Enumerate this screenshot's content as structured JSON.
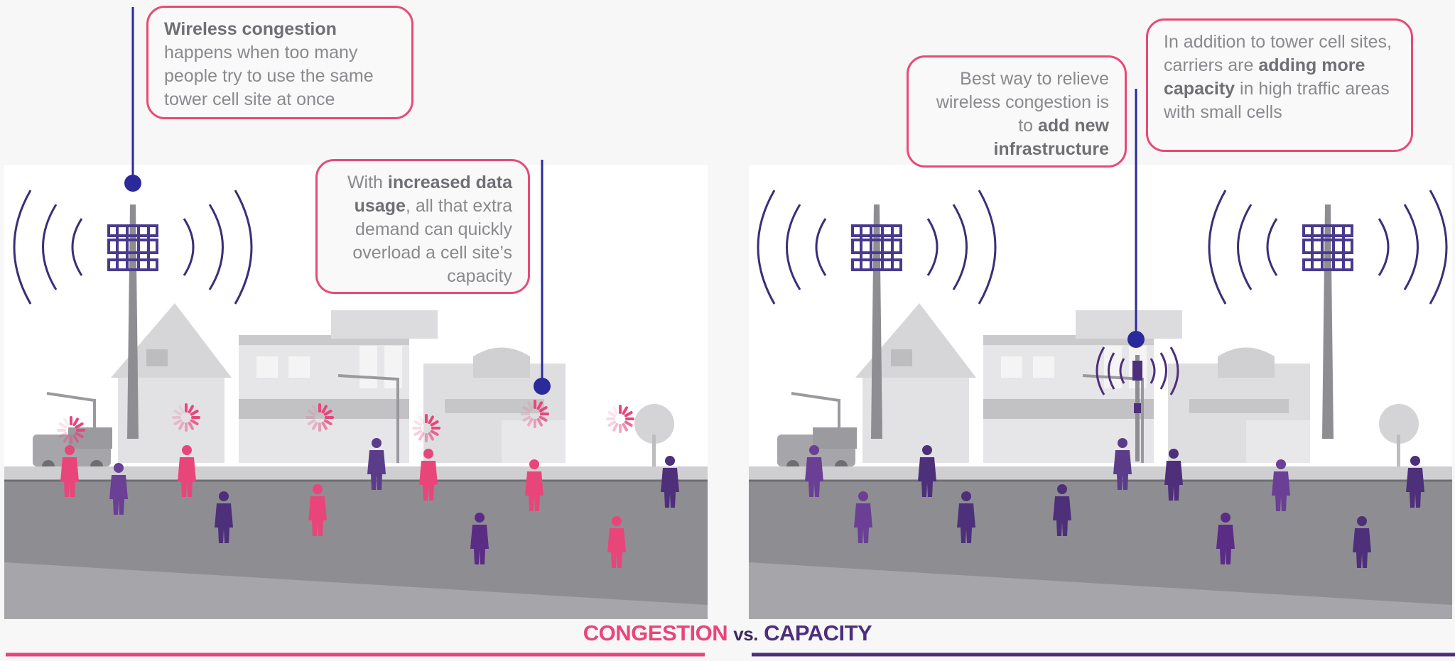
{
  "callouts": {
    "c1": {
      "bold": "Wireless congestion",
      "text": "happens when too many people try to use the same tower cell site at once"
    },
    "c2": {
      "pre": "With ",
      "bold": "increased data usage",
      "post": ", all that extra demand can quickly overload a cell site’s capacity"
    },
    "c3": {
      "pre": "Best way to relieve wireless congestion is to ",
      "bold": "add new infrastructure"
    },
    "c4": {
      "pre": "In addition to tower cell sites, carriers are ",
      "bold": "adding more capacity",
      "post": " in high traffic areas with small cells"
    }
  },
  "footer": {
    "left": "CONGESTION",
    "middle": "vs.",
    "right": "CAPACITY"
  },
  "colors": {
    "congestion": "#e8467a",
    "capacity": "#4d2f7a",
    "accent_line": "#2b2a9a"
  },
  "icons": [
    "cell-tower-icon",
    "signal-wave-icon",
    "loading-spinner-icon",
    "small-cell-icon",
    "person-icon"
  ]
}
